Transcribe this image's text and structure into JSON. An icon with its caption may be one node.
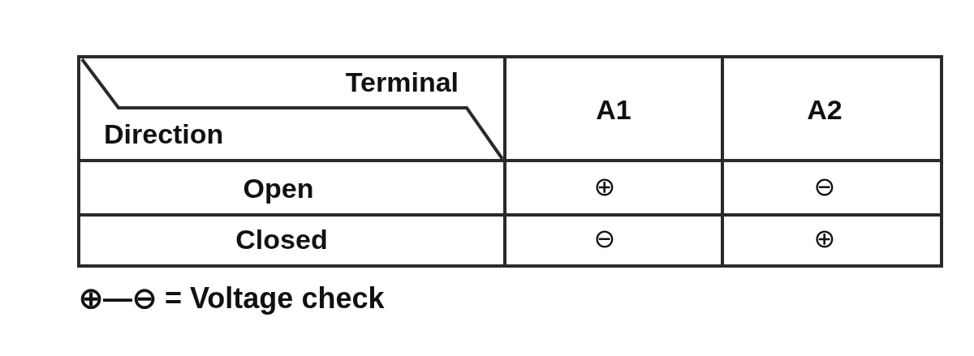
{
  "diagram": {
    "labels": [
      "Terminal",
      "Direction",
      "A1",
      "A2",
      "Open",
      "⊕",
      "⊖",
      "Closed",
      "⊖",
      "⊕",
      "⊕—⊖ = Voltage check"
    ]
  }
}
